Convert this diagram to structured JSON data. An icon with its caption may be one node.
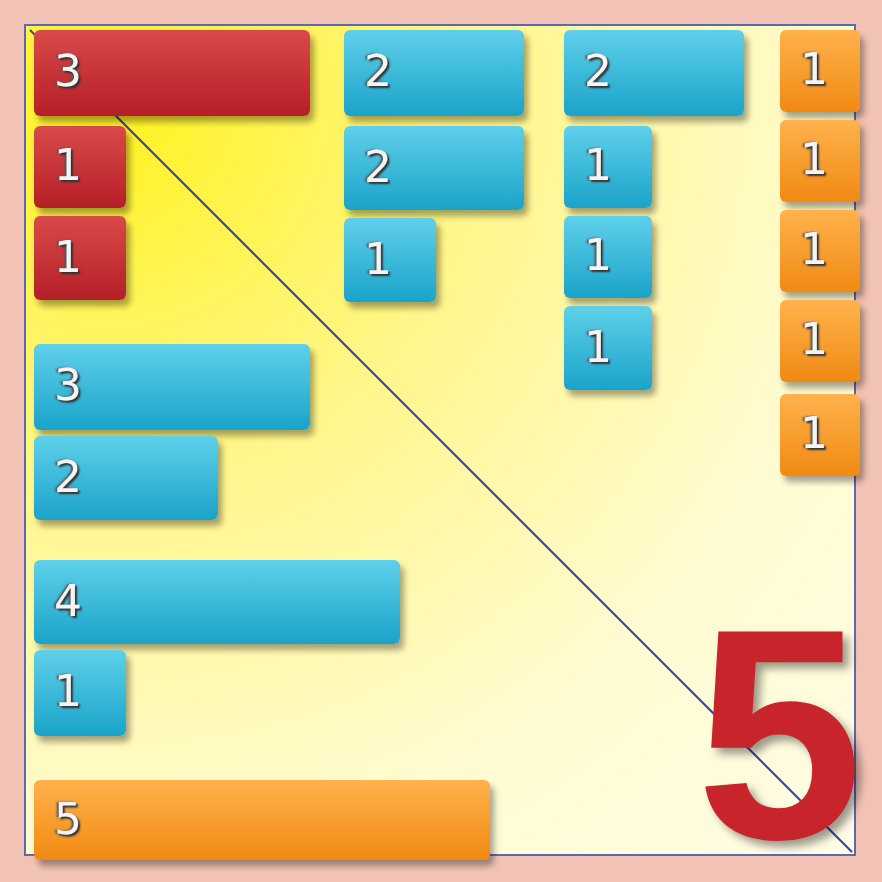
{
  "diagram": {
    "nodes": [
      {
        "text": [
          "3"
        ]
      },
      {
        "text": [
          "1"
        ]
      },
      {
        "text": [
          "1"
        ]
      },
      {
        "text": [
          "2"
        ]
      },
      {
        "text": [
          "2"
        ]
      },
      {
        "text": [
          "1"
        ]
      },
      {
        "text": [
          "2"
        ]
      },
      {
        "text": [
          "1"
        ]
      },
      {
        "text": [
          "1"
        ]
      },
      {
        "text": [
          "1"
        ]
      },
      {
        "text": [
          "1"
        ]
      },
      {
        "text": [
          "1"
        ]
      },
      {
        "text": [
          "1"
        ]
      },
      {
        "text": [
          "1"
        ]
      },
      {
        "text": [
          "1"
        ]
      },
      {
        "text": [
          "3"
        ]
      },
      {
        "text": [
          "2"
        ]
      },
      {
        "text": [
          "4"
        ]
      },
      {
        "text": [
          "1"
        ]
      },
      {
        "text": [
          "5"
        ]
      }
    ],
    "labels": [
      "5"
    ]
  }
}
